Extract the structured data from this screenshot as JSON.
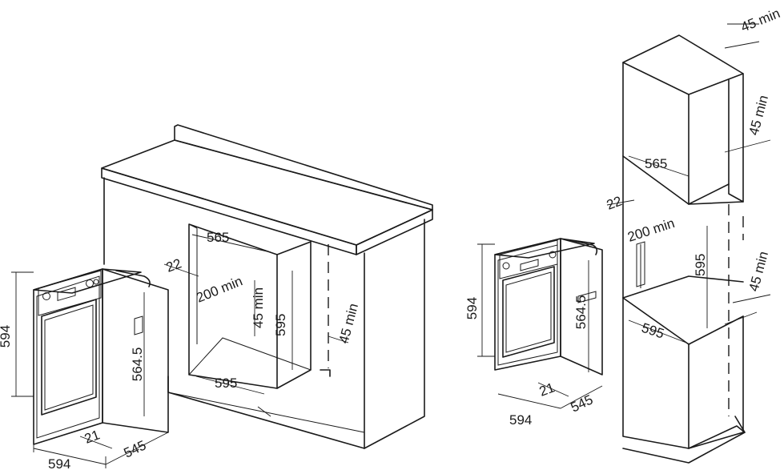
{
  "labels": {
    "v_594": "594",
    "v_545": "545",
    "v_5645": "564.5",
    "v_21": "21",
    "v_595": "595",
    "v_565": "565",
    "v_22": "22",
    "v_200min": "200 min",
    "v_45min": "45 min"
  },
  "colors": {
    "line": "#1a1a1a",
    "background": "#ffffff"
  }
}
